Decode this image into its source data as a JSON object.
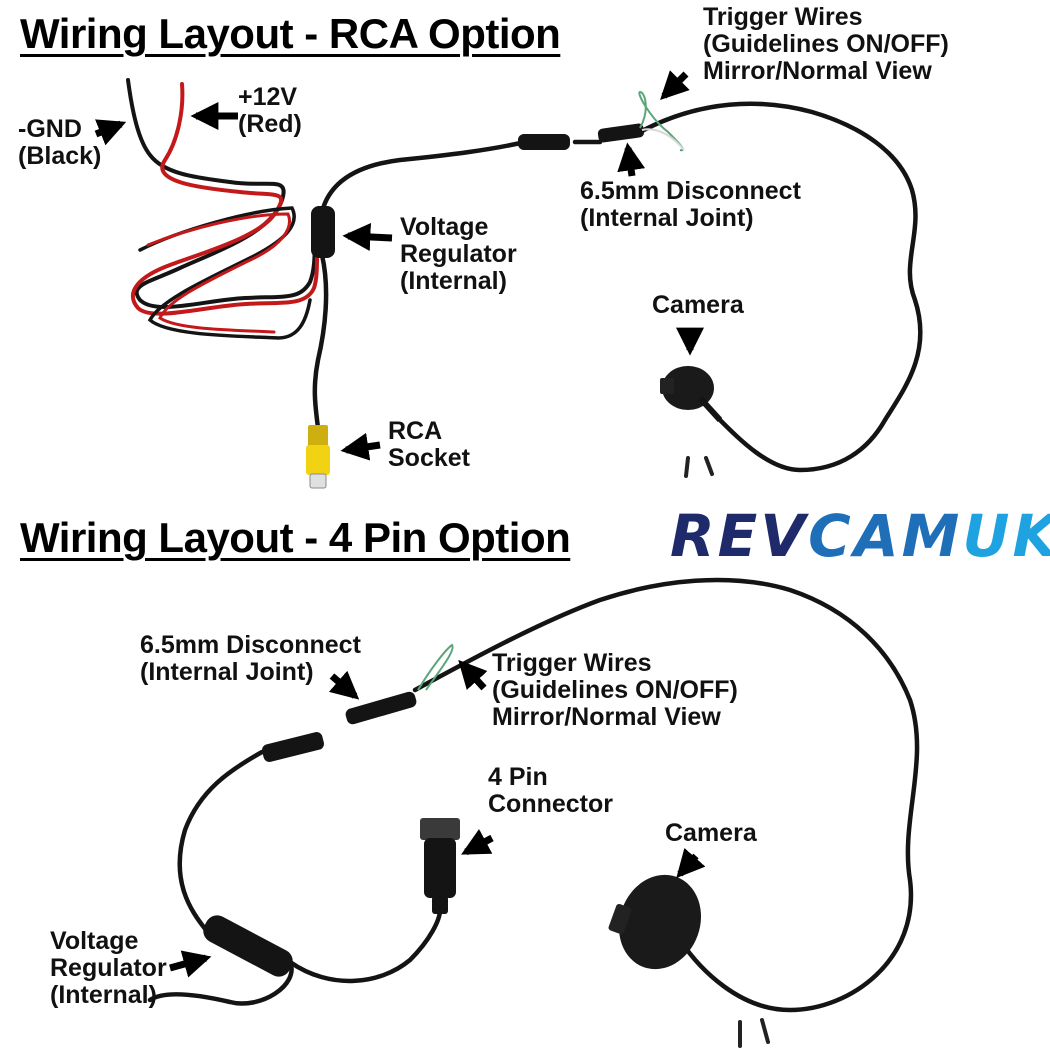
{
  "titles": {
    "rca": "Wiring Layout - RCA Option",
    "four_pin": "Wiring Layout - 4 Pin Option"
  },
  "logo": {
    "part1": "REV",
    "part2": "CAM",
    "part3": "UK",
    "color_dark": "#1f2a6b",
    "color_light": "#1fa3e0"
  },
  "rca_labels": {
    "gnd": [
      "-GND",
      "(Black)"
    ],
    "plus12v": [
      "+12V",
      "(Red)"
    ],
    "voltage_regulator": [
      "Voltage",
      "Regulator",
      "(Internal)"
    ],
    "rca_socket": [
      "RCA",
      "Socket"
    ],
    "trigger_wires": [
      "Trigger Wires",
      "(Guidelines ON/OFF)",
      "Mirror/Normal View"
    ],
    "disconnect": [
      "6.5mm Disconnect",
      "(Internal Joint)"
    ],
    "camera": [
      "Camera"
    ]
  },
  "four_pin_labels": {
    "disconnect": [
      "6.5mm Disconnect",
      "(Internal Joint)"
    ],
    "trigger_wires": [
      "Trigger Wires",
      "(Guidelines ON/OFF)",
      "Mirror/Normal View"
    ],
    "four_pin_connector": [
      "4 Pin",
      "Connector"
    ],
    "camera": [
      "Camera"
    ],
    "voltage_regulator": [
      "Voltage",
      "Regulator",
      "(Internal)"
    ]
  },
  "colors": {
    "cable": "#141414",
    "red_wire": "#c4191b",
    "rca_plug": "#f2d313",
    "trigger_green": "#5aa67a",
    "trigger_white": "#d8d8d8",
    "arrow": "#000000"
  }
}
